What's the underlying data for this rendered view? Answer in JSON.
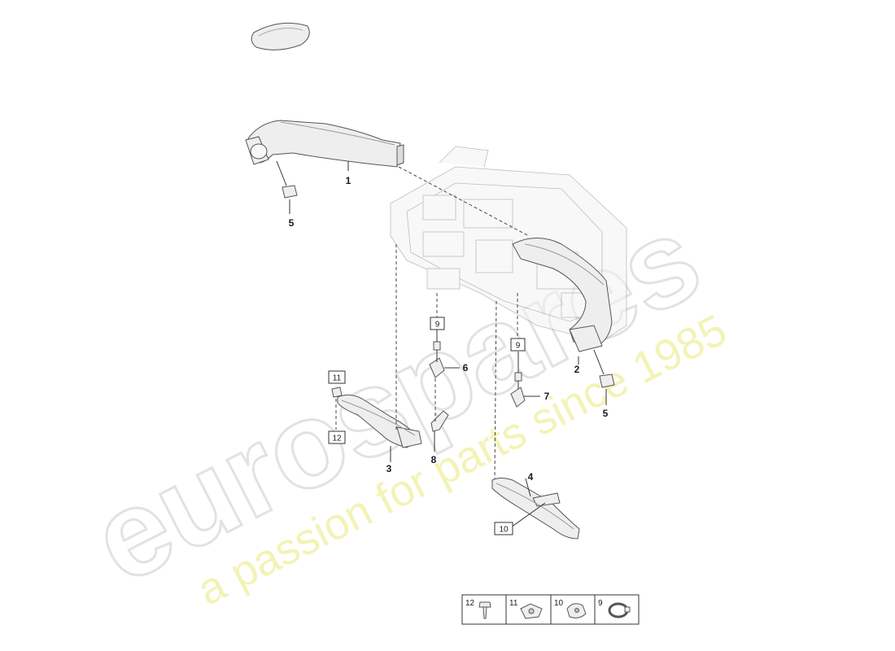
{
  "watermark": {
    "brand": "eurospares",
    "tagline": "a passion for parts since 1985"
  },
  "callouts": [
    {
      "id": "c1",
      "label": "1"
    },
    {
      "id": "c2",
      "label": "2"
    },
    {
      "id": "c3",
      "label": "3"
    },
    {
      "id": "c4",
      "label": "4"
    },
    {
      "id": "c5a",
      "label": "5"
    },
    {
      "id": "c5b",
      "label": "5"
    },
    {
      "id": "c6",
      "label": "6"
    },
    {
      "id": "c7",
      "label": "7"
    },
    {
      "id": "c8",
      "label": "8"
    }
  ],
  "boxed_callouts": [
    {
      "id": "b9a",
      "label": "9"
    },
    {
      "id": "b9b",
      "label": "9"
    },
    {
      "id": "b10",
      "label": "10"
    },
    {
      "id": "b11",
      "label": "11"
    },
    {
      "id": "b12",
      "label": "12"
    }
  ],
  "legend": [
    {
      "label": "12",
      "icon": "screw-icon"
    },
    {
      "label": "11",
      "icon": "clip-nut-icon"
    },
    {
      "label": "10",
      "icon": "expanding-clip-icon"
    },
    {
      "label": "9",
      "icon": "hose-clamp-icon"
    }
  ]
}
